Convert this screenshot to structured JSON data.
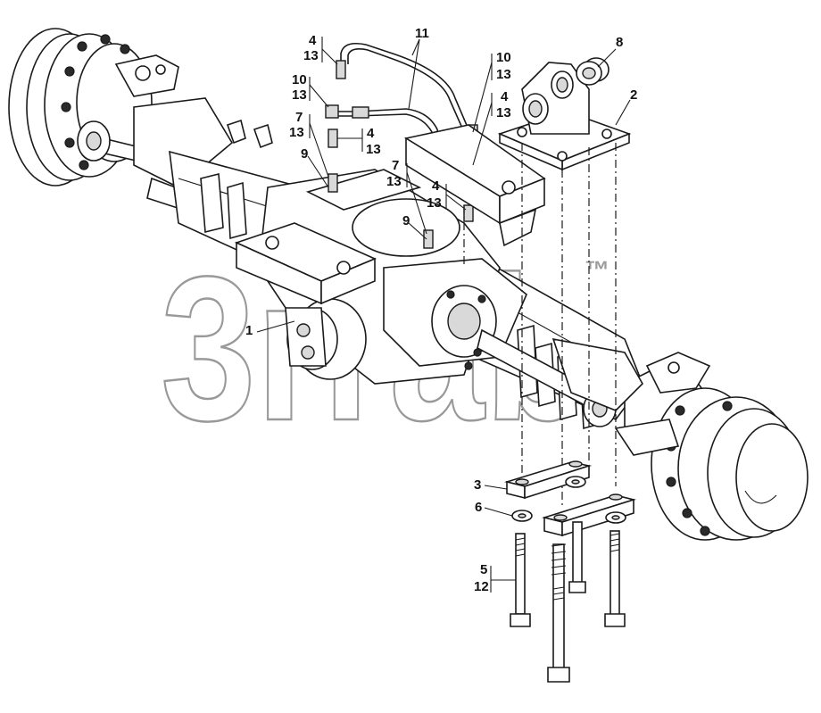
{
  "diagram": {
    "watermark": {
      "text": "3rrab",
      "trademark": "™"
    },
    "callouts": [
      {
        "id": "c1",
        "text": "1"
      },
      {
        "id": "c2",
        "text": "2"
      },
      {
        "id": "c3",
        "text": "3"
      },
      {
        "id": "c4a",
        "text": "4"
      },
      {
        "id": "c13a",
        "text": "13"
      },
      {
        "id": "c10a",
        "text": "10"
      },
      {
        "id": "c13b",
        "text": "13"
      },
      {
        "id": "c7a",
        "text": "7"
      },
      {
        "id": "c13c",
        "text": "13"
      },
      {
        "id": "c4b",
        "text": "4"
      },
      {
        "id": "c13d",
        "text": "13"
      },
      {
        "id": "c9a",
        "text": "9"
      },
      {
        "id": "c11",
        "text": "11"
      },
      {
        "id": "c10b",
        "text": "10"
      },
      {
        "id": "c13e",
        "text": "13"
      },
      {
        "id": "c4c",
        "text": "4"
      },
      {
        "id": "c13f",
        "text": "13"
      },
      {
        "id": "c7b",
        "text": "7"
      },
      {
        "id": "c13g",
        "text": "13"
      },
      {
        "id": "c4d",
        "text": "4"
      },
      {
        "id": "c13h",
        "text": "13"
      },
      {
        "id": "c9b",
        "text": "9"
      },
      {
        "id": "c8",
        "text": "8"
      },
      {
        "id": "c6",
        "text": "6"
      },
      {
        "id": "c5",
        "text": "5"
      },
      {
        "id": "c12",
        "text": "12"
      }
    ]
  }
}
